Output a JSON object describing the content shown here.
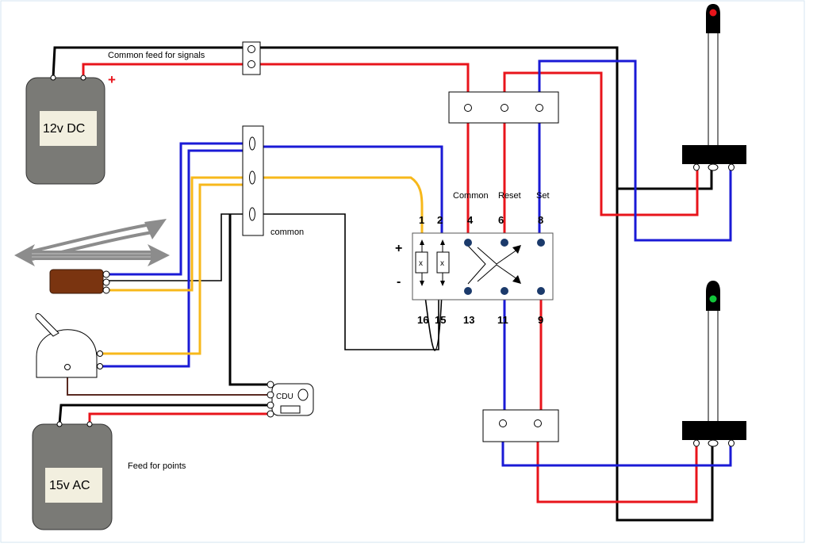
{
  "labels": {
    "common_feed": "Common feed for signals",
    "plus_sign": "+",
    "dc_supply": "12v DC",
    "ac_supply": "15v AC",
    "feed_points": "Feed for points",
    "common": "common",
    "cdu": "CDU",
    "common_hdr": "Common",
    "reset_hdr": "Reset",
    "set_hdr": "Set",
    "relay_plus": "+",
    "relay_minus": "-",
    "coil_x": "x"
  },
  "relay_pins": {
    "top": [
      "1",
      "2",
      "4",
      "6",
      "8"
    ],
    "bottom": [
      "16",
      "15",
      "13",
      "11",
      "9"
    ]
  },
  "colors": {
    "red": "#e8141b",
    "blue": "#1a1ad6",
    "yellow": "#f7b81b",
    "black": "#000000",
    "brown_wire": "#5a2a22",
    "psu_body": "#7a7a76",
    "psu_label": "#f2efdf",
    "motor": "#7a3410",
    "track_arrow": "#8c8c8c",
    "relay_dot": "#1b3a6b",
    "signal_red": "#e8141b",
    "signal_green": "#13c63a"
  },
  "icons": [
    "point-track-icon",
    "point-motor-icon",
    "lever-switch-icon",
    "signal-red-icon",
    "signal-green-icon"
  ]
}
